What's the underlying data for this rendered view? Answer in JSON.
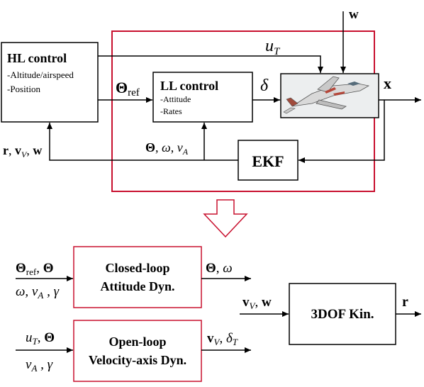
{
  "colors": {
    "frame_red": "#c8102e",
    "line": "#000000"
  },
  "top": {
    "hl_control": {
      "title": "HL control",
      "items": [
        "-Altitude/airspeed",
        "-Position"
      ]
    },
    "ll_control": {
      "title": "LL control",
      "items": [
        "-Attitude",
        "-Rates"
      ]
    },
    "ekf": {
      "label": "EKF"
    },
    "plant_image": "aircraft-photo",
    "signals": {
      "uT": {
        "base": "u",
        "sub": "T"
      },
      "w": "w",
      "x": "x",
      "theta_ref": {
        "base": "Θ",
        "sub": "ref"
      },
      "delta": "δ",
      "hl_feedback": {
        "r": "r",
        "v": "v",
        "v_sub": "V",
        "w": "w"
      },
      "ll_feedback": {
        "theta": "Θ",
        "omega": "ω",
        "v": "v",
        "v_sub": "A"
      }
    }
  },
  "bottom": {
    "attitude_block": {
      "line1": "Closed-loop",
      "line2": "Attitude Dyn."
    },
    "velocity_block": {
      "line1": "Open-loop",
      "line2": "Velocity-axis Dyn."
    },
    "kin_block": {
      "label": "3DOF Kin."
    },
    "att_input_line1": {
      "theta_ref_base": "Θ",
      "theta_ref_sub": "ref",
      "theta": "Θ"
    },
    "att_input_line2": {
      "omega": "ω",
      "v": "v",
      "v_sub": "A",
      "gamma": "γ"
    },
    "att_output": {
      "theta": "Θ",
      "omega": "ω"
    },
    "vel_input_line1": {
      "u": "u",
      "u_sub": "T",
      "theta": "Θ"
    },
    "vel_input_line2": {
      "v": "v",
      "v_sub": "A",
      "gamma": "γ"
    },
    "vel_output": {
      "v": "v",
      "v_sub": "V",
      "delta": "δ",
      "delta_sub": "T"
    },
    "kin_input": {
      "v": "v",
      "v_sub": "V",
      "w": "w"
    },
    "kin_output": "r"
  }
}
